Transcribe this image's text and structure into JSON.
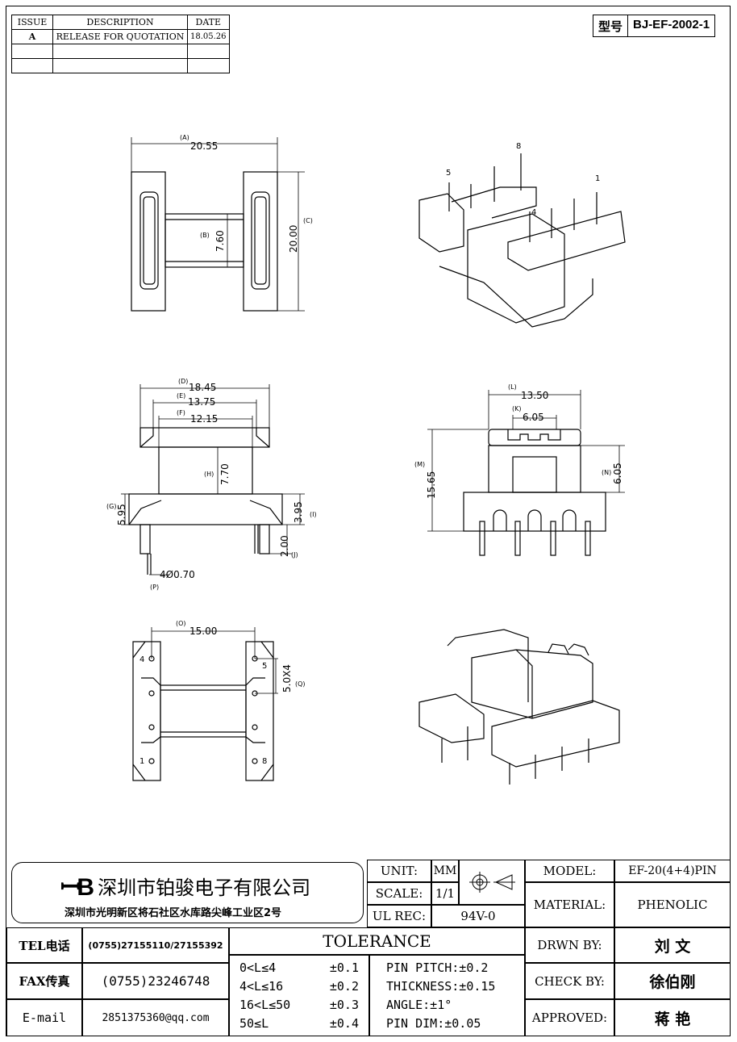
{
  "revision_table": {
    "headers": [
      "ISSUE",
      "DESCRIPTION",
      "DATE"
    ],
    "rows": [
      [
        "A",
        "RELEASE FOR QUOTATION",
        "18.05.26"
      ],
      [
        "",
        "",
        ""
      ],
      [
        "",
        "",
        ""
      ]
    ]
  },
  "model_box": {
    "label": "型号",
    "value": "BJ-EF-2002-1"
  },
  "top_view": {
    "dims": [
      {
        "id": "A",
        "tag": "(A)",
        "value": "20.55"
      },
      {
        "id": "B",
        "tag": "(B)",
        "value": "7.60"
      },
      {
        "id": "C",
        "tag": "(C)",
        "value": "20.00"
      }
    ]
  },
  "iso_top": {
    "pin_labels": [
      "5",
      "8",
      "1",
      "4"
    ]
  },
  "front_view": {
    "dims": [
      {
        "id": "D",
        "tag": "(D)",
        "value": "18.45"
      },
      {
        "id": "E",
        "tag": "(E)",
        "value": "13.75"
      },
      {
        "id": "F",
        "tag": "(F)",
        "value": "12.15"
      },
      {
        "id": "H",
        "tag": "(H)",
        "value": "7.70"
      },
      {
        "id": "G",
        "tag": "(G)",
        "value": "5.95"
      },
      {
        "id": "I",
        "tag": "(I)",
        "value": "3.95"
      },
      {
        "id": "J",
        "tag": "(J)",
        "value": "2.00"
      },
      {
        "id": "P",
        "tag": "(P)",
        "value": "4Ø0.70"
      }
    ]
  },
  "side_view": {
    "dims": [
      {
        "id": "L",
        "tag": "(L)",
        "value": "13.50"
      },
      {
        "id": "K",
        "tag": "(K)",
        "value": "6.05"
      },
      {
        "id": "M",
        "tag": "(M)",
        "value": "15.65"
      },
      {
        "id": "N",
        "tag": "(N)",
        "value": "6.05"
      }
    ]
  },
  "bottom_view": {
    "dims": [
      {
        "id": "O",
        "tag": "(O)",
        "value": "15.00"
      },
      {
        "id": "Q",
        "tag": "(Q)",
        "value": "5.0X4"
      }
    ],
    "pin_labels": [
      "4",
      "5",
      "1",
      "8"
    ]
  },
  "title_block": {
    "company_name": "深圳市铂骏电子有限公司",
    "company_address": "深圳市光明新区将石社区水库路尖峰工业区2号",
    "unit_label": "UNIT:",
    "unit_value": "MM",
    "scale_label": "SCALE:",
    "scale_value": "1/1",
    "ul_label": "UL REC:",
    "ul_value": "94V-0",
    "tel_label": "TEL电话",
    "tel_value": "(0755)27155110/27155392",
    "fax_label": "FAX传真",
    "fax_value": "(0755)23246748",
    "email_label": "E-mail",
    "email_value": "2851375360@qq.com",
    "tolerance_title": "TOLERANCE",
    "tolerance_rows": [
      {
        "range": "0<L≤4",
        "tol": "±0.1"
      },
      {
        "range": "4<L≤16",
        "tol": "±0.2"
      },
      {
        "range": "16<L≤50",
        "tol": "±0.3"
      },
      {
        "range": "50≤L",
        "tol": "±0.4"
      }
    ],
    "pin_tolerances": [
      "PIN PITCH:±0.2",
      "THICKNESS:±0.15",
      "ANGLE:±1°",
      "PIN DIM:±0.05"
    ],
    "model_label": "MODEL:",
    "model_value": "EF-20(4+4)PIN",
    "material_label": "MATERIAL:",
    "material_value": "PHENOLIC",
    "drawn_label": "DRWN BY:",
    "drawn_value": "刘 文",
    "check_label": "CHECK BY:",
    "check_value": "徐伯刚",
    "approved_label": "APPROVED:",
    "approved_value": "蒋 艳"
  }
}
